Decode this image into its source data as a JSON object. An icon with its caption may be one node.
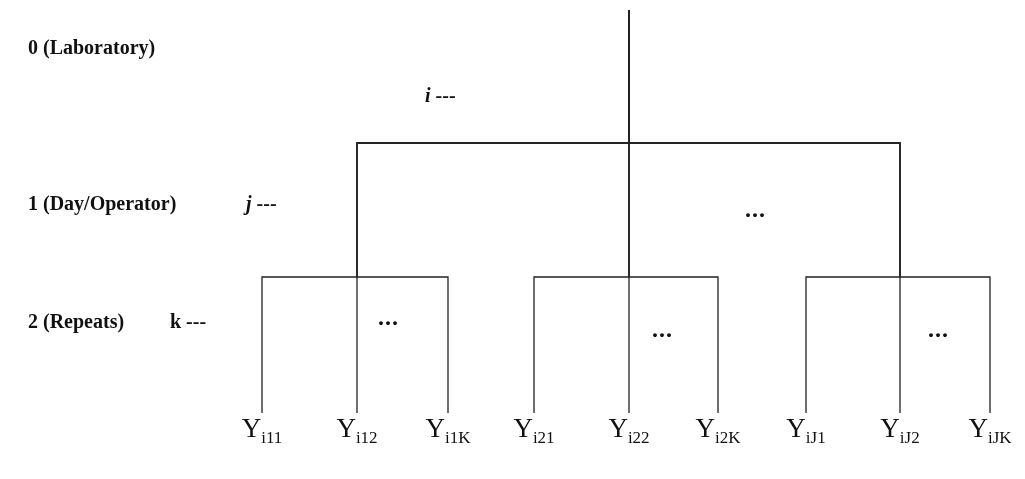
{
  "diagram": {
    "nodes": [
      {
        "text": [
          "Y$_{i11}$"
        ]
      },
      {
        "text": [
          "Y$_{i12}$"
        ]
      },
      {
        "text": [
          "Y$_{i1K}$"
        ]
      },
      {
        "text": [
          "Y$_{i21}$"
        ]
      },
      {
        "text": [
          "Y$_{i22}$"
        ]
      },
      {
        "text": [
          "Y$_{i2K}$"
        ]
      },
      {
        "text": [
          "Y$_{iJ1}$"
        ]
      },
      {
        "text": [
          "Y$_{iJ2}$"
        ]
      },
      {
        "text": [
          "Y$_{iJK}$"
        ]
      }
    ],
    "edges": [
      {
        "from": null,
        "to": 0,
        "arrow": "none"
      },
      {
        "from": null,
        "to": 1,
        "arrow": "none"
      },
      {
        "from": null,
        "to": 2,
        "arrow": "none"
      },
      {
        "from": null,
        "to": 3,
        "arrow": "none"
      },
      {
        "from": null,
        "to": 4,
        "arrow": "none"
      },
      {
        "from": null,
        "to": 5,
        "arrow": "none"
      },
      {
        "from": null,
        "to": 6,
        "arrow": "none"
      },
      {
        "from": null,
        "to": 7,
        "arrow": "none"
      },
      {
        "from": null,
        "to": 8,
        "arrow": "none"
      }
    ],
    "labels": [
      "0 (Laboratory)",
      "*i* ---",
      "1 (Day/Operator)",
      "*j* ---",
      "...",
      "2 (Repeats)",
      "k ---",
      "...",
      "...",
      "..."
    ]
  }
}
